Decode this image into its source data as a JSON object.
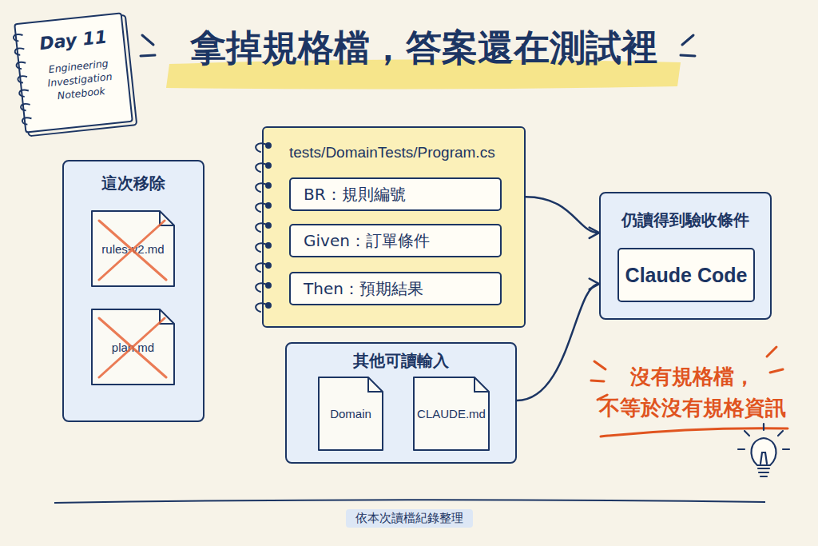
{
  "diagram": {
    "title": "拿掉規格檔，答案還在測試裡",
    "caption": "依本次讀檔紀錄整理",
    "nodes": [
      {
        "text": [
          "Day 11",
          "Engineering Investigation Notebook"
        ]
      },
      {
        "text": [
          "這次移除"
        ]
      },
      {
        "text": [
          "rules-v2.md"
        ],
        "in": 1
      },
      {
        "text": [
          "plan.md"
        ],
        "in": 1
      },
      {
        "text": [
          "tests/DomainTests/Program.cs"
        ]
      },
      {
        "text": [
          "BR：規則編號"
        ],
        "in": 4
      },
      {
        "text": [
          "Given：訂單條件"
        ],
        "in": 4
      },
      {
        "text": [
          "Then：預期結果"
        ],
        "in": 4
      },
      {
        "text": [
          "仍讀得到驗收條件"
        ]
      },
      {
        "text": [
          "Claude Code"
        ],
        "in": 8
      },
      {
        "text": [
          "其他可讀輸入"
        ]
      },
      {
        "text": [
          "Domain"
        ],
        "in": 10
      },
      {
        "text": [
          "CLAUDE.md"
        ],
        "in": 10
      }
    ],
    "edges": [
      {
        "from": 4,
        "to": 8,
        "arrow": "to"
      },
      {
        "from": 10,
        "to": 8,
        "arrow": "to"
      }
    ],
    "labels": [
      "沒有規格檔， 不等於沒有規格資訊"
    ]
  }
}
